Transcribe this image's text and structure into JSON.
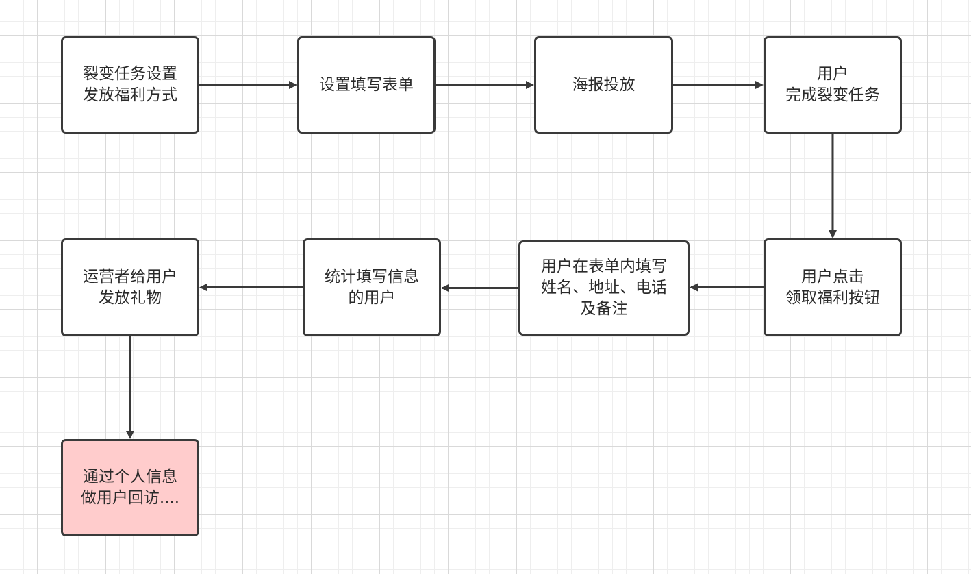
{
  "nodes": [
    {
      "id": "n1",
      "text": "裂变任务设置\n发放福利方式"
    },
    {
      "id": "n2",
      "text": "设置填写表单"
    },
    {
      "id": "n3",
      "text": "海报投放"
    },
    {
      "id": "n4",
      "text": "用户\n完成裂变任务"
    },
    {
      "id": "n5",
      "text": "用户点击\n领取福利按钮"
    },
    {
      "id": "n6",
      "text": "用户在表单内填写\n姓名、地址、电话\n及备注"
    },
    {
      "id": "n7",
      "text": "统计填写信息\n的用户"
    },
    {
      "id": "n8",
      "text": "运营者给用户\n发放礼物"
    },
    {
      "id": "n9",
      "text": "通过个人信息\n做用户回访...."
    }
  ],
  "edges": [
    {
      "from": "n1",
      "to": "n2"
    },
    {
      "from": "n2",
      "to": "n3"
    },
    {
      "from": "n3",
      "to": "n4"
    },
    {
      "from": "n4",
      "to": "n5"
    },
    {
      "from": "n5",
      "to": "n6"
    },
    {
      "from": "n6",
      "to": "n7"
    },
    {
      "from": "n7",
      "to": "n8"
    },
    {
      "from": "n8",
      "to": "n9"
    }
  ],
  "colors": {
    "stroke": "#3a3a3a",
    "node_fill": "#ffffff",
    "highlight_fill": "#ffcccc",
    "text": "#2b2b2b"
  }
}
